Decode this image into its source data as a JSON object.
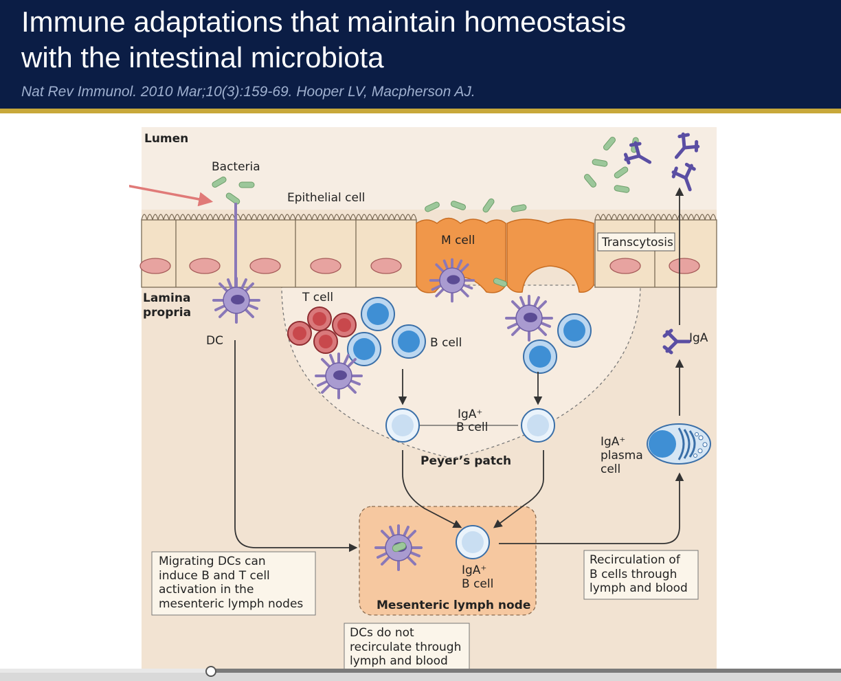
{
  "slide": {
    "title_line1": "Immune adaptations that maintain homeostasis",
    "title_line2": "with the intestinal microbiota",
    "citation": "Nat Rev Immunol. 2010 Mar;10(3):159-69. Hooper LV, Macpherson AJ."
  },
  "diagram": {
    "labels": {
      "lumen": "Lumen",
      "bacteria": "Bacteria",
      "epithelial_cell": "Epithelial cell",
      "m_cell": "M cell",
      "transcytosis": "Transcytosis",
      "lamina_propria_1": "Lamina",
      "lamina_propria_2": "propria",
      "dc": "DC",
      "t_cell": "T cell",
      "b_cell": "B cell",
      "iga_b_cell_1": "IgA⁺",
      "iga_b_cell_2": "B cell",
      "peyers_patch": "Peyer’s patch",
      "iga": "IgA",
      "plasma_1": "IgA⁺",
      "plasma_2": "plasma",
      "plasma_3": "cell",
      "mln_iga_1": "IgA⁺",
      "mln_iga_2": "B cell",
      "mesenteric_lymph_node": "Mesenteric lymph node"
    },
    "notes": {
      "migrating": [
        "Migrating DCs can",
        "induce B and T cell",
        "activation in the",
        "mesenteric lymph nodes"
      ],
      "recirculation": [
        "Recirculation of",
        "B cells through",
        "lymph and blood"
      ],
      "dcs_do_not": [
        "DCs do not",
        "recirculate through",
        "lymph and blood"
      ]
    },
    "colors": {
      "header_bg": "#0b1d45",
      "header_rule": "#c8a83a",
      "tissue": "#f2e3d2",
      "epithelium": "#f3e1c6",
      "nucleus": "#e7a3a0",
      "m_cell": "#f0974a",
      "dc": "#8a78b8",
      "b_cell": "#3f8fd4",
      "t_cell": "#c8484c",
      "bacteria": "#9cc79a",
      "iga": "#5a4ea3",
      "lymph_node": "#f6c8a0",
      "annotation_arrow": "#e07a78"
    }
  },
  "player": {
    "progress_percent": 25
  }
}
